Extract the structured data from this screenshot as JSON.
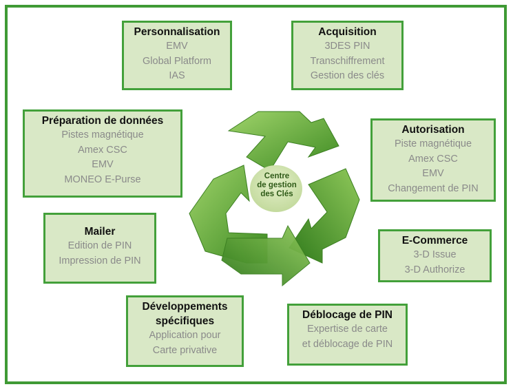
{
  "colors": {
    "border": "#43a03a",
    "box_fill": "#d9e8c6",
    "arrow_green": "#4e9a2a"
  },
  "center": {
    "lines": [
      "Centre",
      "de gestion",
      "des Clés"
    ]
  },
  "boxes": {
    "personnalisation": {
      "title": [
        "Personnalisation"
      ],
      "items": [
        "EMV",
        "Global Platform",
        "IAS"
      ]
    },
    "acquisition": {
      "title": [
        "Acquisition"
      ],
      "items": [
        "3DES PIN",
        "Transchiffrement",
        "Gestion des clés"
      ]
    },
    "preparation": {
      "title": [
        "Préparation de données"
      ],
      "items": [
        "Pistes magnétique",
        "Amex CSC",
        "EMV",
        "MONEO E-Purse"
      ]
    },
    "autorisation": {
      "title": [
        "Autorisation"
      ],
      "items": [
        "Piste magnétique",
        "Amex CSC",
        "EMV",
        "Changement de PIN"
      ]
    },
    "mailer": {
      "title": [
        "Mailer"
      ],
      "items": [
        "Edition de PIN",
        "Impression de PIN"
      ]
    },
    "ecommerce": {
      "title": [
        "E-Commerce"
      ],
      "items": [
        "3-D Issue",
        "3-D Authorize"
      ]
    },
    "developpements": {
      "title": [
        "Développements",
        "spécifiques"
      ],
      "items": [
        "Application pour",
        "Carte privative"
      ]
    },
    "deblocage": {
      "title": [
        "Déblocage de PIN"
      ],
      "items": [
        "Expertise de carte",
        "et déblocage de PIN"
      ]
    }
  }
}
